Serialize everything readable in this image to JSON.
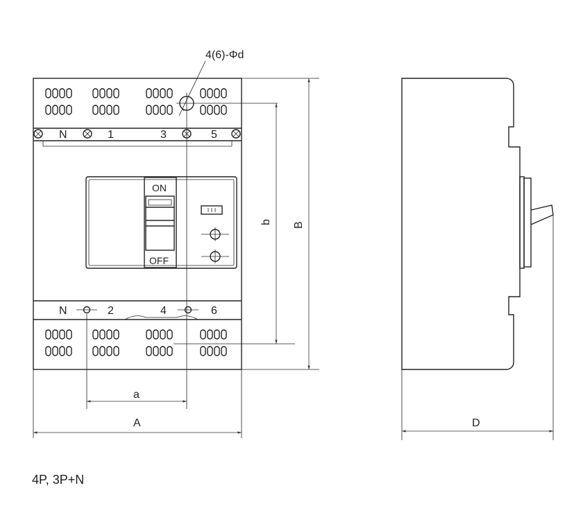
{
  "front_view": {
    "hole_callout": "4(6)-Φd",
    "top_terminals": [
      "N",
      "1",
      "3",
      "5"
    ],
    "bottom_terminals": [
      "N",
      "2",
      "4",
      "6"
    ],
    "handle_on": "ON",
    "handle_off": "OFF"
  },
  "dimensions": {
    "a": "a",
    "A": "A",
    "b": "b",
    "B": "B",
    "D": "D"
  },
  "caption": "4P, 3P+N"
}
